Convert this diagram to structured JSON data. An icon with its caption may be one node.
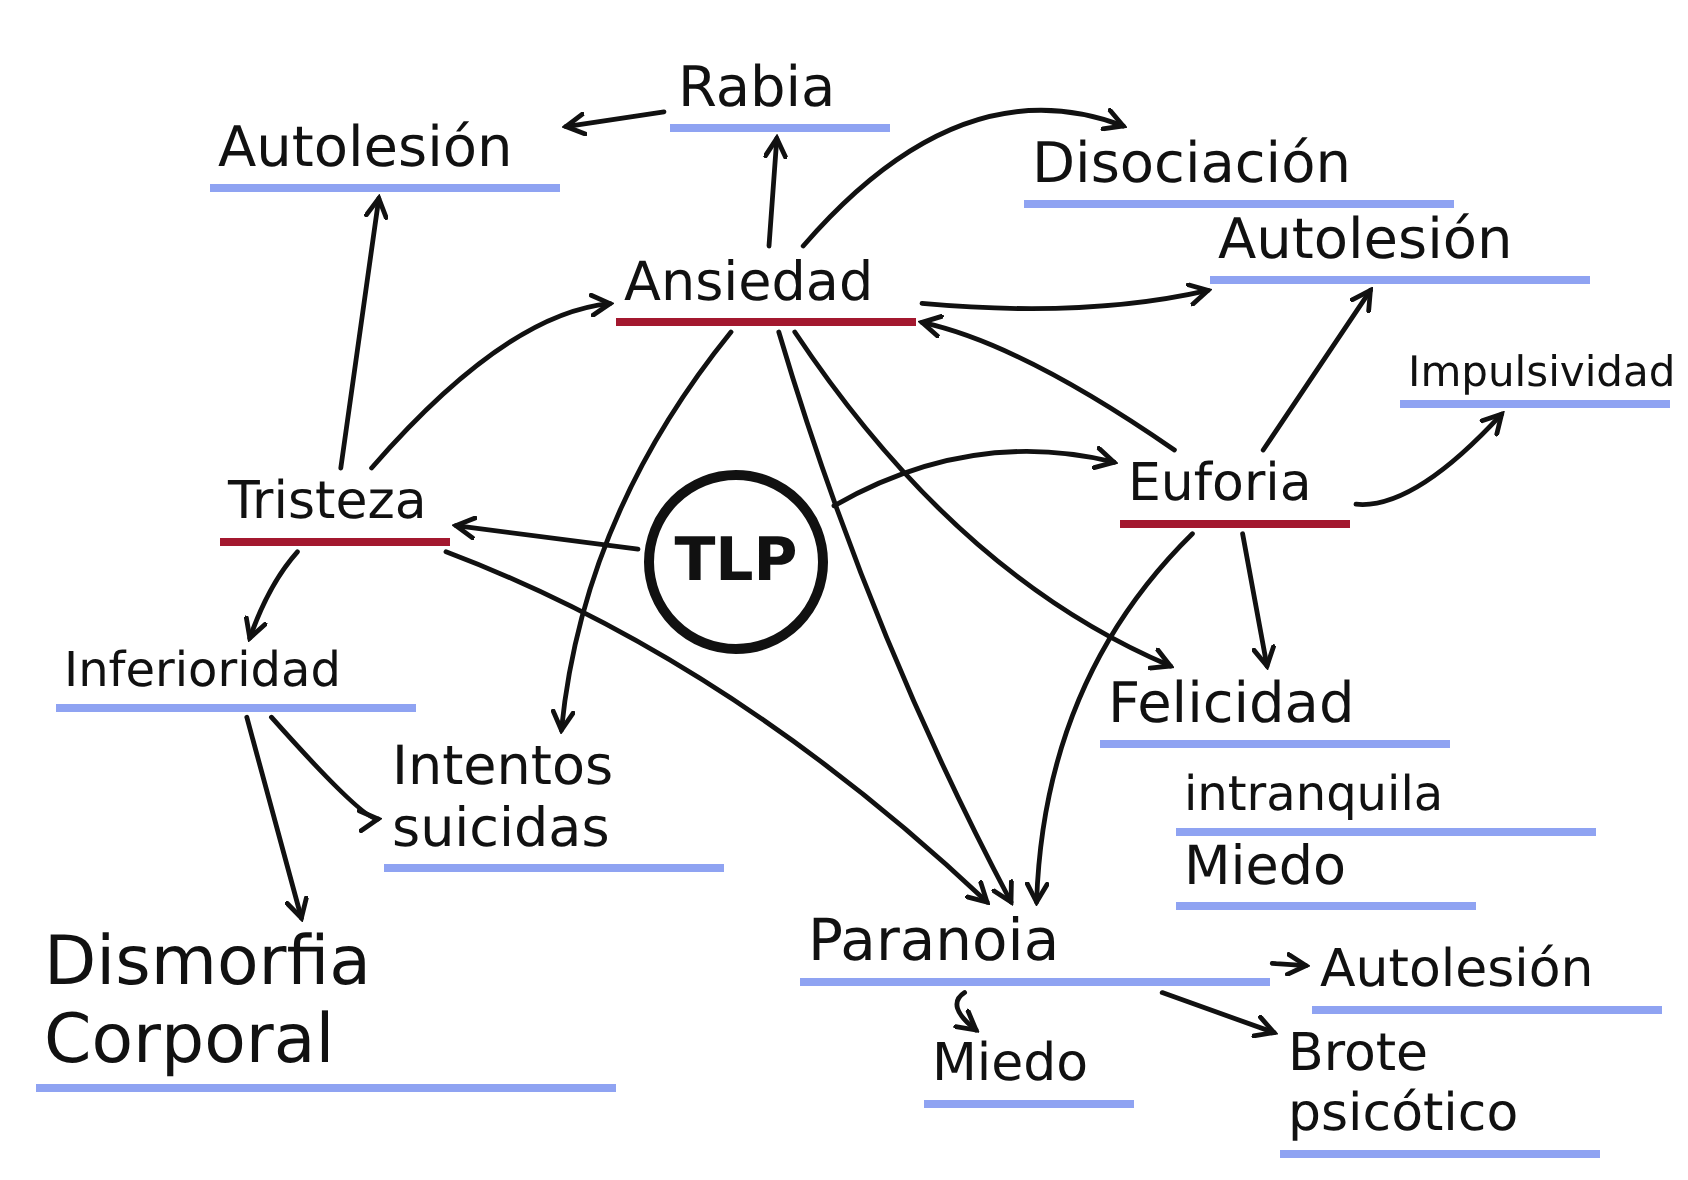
{
  "diagram": {
    "nodes": [
      {
        "text": [
          "Rabia"
        ]
      },
      {
        "text": [
          "Autolesión"
        ]
      },
      {
        "text": [
          "Disociación"
        ]
      },
      {
        "text": [
          "Ansiedad"
        ]
      },
      {
        "text": [
          "Autolesión"
        ]
      },
      {
        "text": [
          "Impulsividad"
        ]
      },
      {
        "text": [
          "Tristeza"
        ]
      },
      {
        "text": [
          "TLP"
        ]
      },
      {
        "text": [
          "Euforia"
        ]
      },
      {
        "text": [
          "Inferioridad"
        ]
      },
      {
        "text": [
          "Intentos suicidas"
        ]
      },
      {
        "text": [
          "Felicidad"
        ]
      },
      {
        "text": [
          "intranquila"
        ]
      },
      {
        "text": [
          "Miedo"
        ]
      },
      {
        "text": [
          "Dismorfia Corporal"
        ]
      },
      {
        "text": [
          "Paranoia"
        ]
      },
      {
        "text": [
          "Autolesión"
        ]
      },
      {
        "text": [
          "Miedo"
        ]
      },
      {
        "text": [
          "Brote psicótico"
        ]
      }
    ],
    "edges": [
      {
        "from": 0,
        "to": 1,
        "arrow": "to"
      },
      {
        "from": 3,
        "to": 0,
        "arrow": "to"
      },
      {
        "from": 3,
        "to": 2,
        "arrow": "to"
      },
      {
        "from": 3,
        "to": 4,
        "arrow": "to"
      },
      {
        "from": 8,
        "to": 3,
        "arrow": "to"
      },
      {
        "from": 8,
        "to": 4,
        "arrow": "to"
      },
      {
        "from": 8,
        "to": 5,
        "arrow": "to"
      },
      {
        "from": 6,
        "to": 1,
        "arrow": "to"
      },
      {
        "from": 6,
        "to": 3,
        "arrow": "to"
      },
      {
        "from": 7,
        "to": 6,
        "arrow": "to"
      },
      {
        "from": 7,
        "to": 8,
        "arrow": "to"
      },
      {
        "from": 6,
        "to": 9,
        "arrow": "to"
      },
      {
        "from": 3,
        "to": 10,
        "arrow": "to"
      },
      {
        "from": 6,
        "to": 15,
        "arrow": "to"
      },
      {
        "from": 3,
        "to": 11,
        "arrow": "to"
      },
      {
        "from": 3,
        "to": 15,
        "arrow": "to"
      },
      {
        "from": 8,
        "to": 15,
        "arrow": "to"
      },
      {
        "from": 8,
        "to": 11,
        "arrow": "to"
      },
      {
        "from": 9,
        "to": 14,
        "arrow": "to"
      },
      {
        "from": 9,
        "to": 10,
        "arrow": "to"
      },
      {
        "from": 15,
        "to": 16,
        "arrow": "to"
      },
      {
        "from": 15,
        "to": 18,
        "arrow": "to"
      },
      {
        "from": 15,
        "to": 17,
        "arrow": "to"
      }
    ]
  }
}
